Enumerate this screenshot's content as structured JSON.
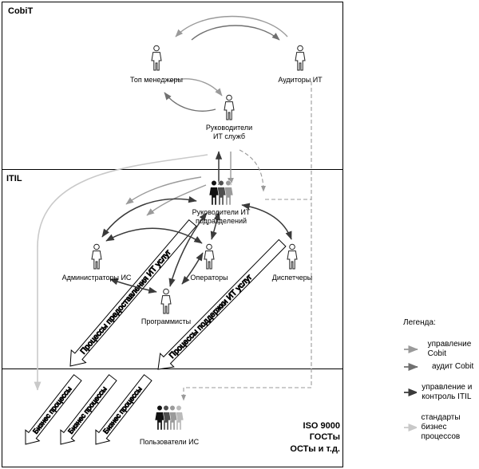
{
  "sections": {
    "cobit": {
      "label": "CobiT"
    },
    "itil": {
      "label": "ITIL"
    },
    "standards": {
      "label": "ISO 9000\nГОСТы\nОСТы и т.д."
    }
  },
  "actors": {
    "top_managers": {
      "label": "Топ менеджеры"
    },
    "it_auditors": {
      "label": "Аудиторы ИТ"
    },
    "it_service_heads": {
      "label": "Руководители\nИТ служб"
    },
    "it_division_heads": {
      "label": "Руководители ИТ\nподразделений"
    },
    "is_admins": {
      "label": "Администраторы ИС"
    },
    "operators": {
      "label": "Операторы"
    },
    "dispatchers": {
      "label": "Диспетчеры"
    },
    "programmers": {
      "label": "Программисты"
    },
    "is_users": {
      "label": "Пользователи ИС"
    }
  },
  "banners": {
    "delivery": "Процессы предоставления ИТ услуг",
    "support": "Процессы поддержки ИТ услуг",
    "business_1": "Бизнес процессы",
    "business_2": "Бизнес процессы",
    "business_3": "Бизнес процессы"
  },
  "legend": {
    "title": "Легенда:",
    "items": [
      {
        "label": "управление Cobit",
        "color": "#9a9a9a"
      },
      {
        "label": "аудит Cobit",
        "color": "#707070"
      },
      {
        "label": "управление и контроль ITIL",
        "color": "#3a3a3a"
      },
      {
        "label": "стандарты бизнес процессов",
        "color": "#c9c9c9"
      }
    ]
  },
  "colors": {
    "banner_fill": "#ffffff",
    "diagram_outline": "#000000"
  }
}
